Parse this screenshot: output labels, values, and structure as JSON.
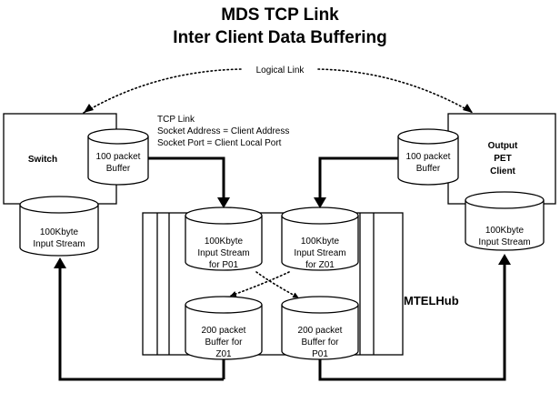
{
  "title": {
    "line1": "MDS TCP Link",
    "line2": "Inter Client Data Buffering"
  },
  "logical_link": "Logical Link",
  "tcp_note": {
    "line1": "TCP Link",
    "line2": "Socket Address = Client Address",
    "line3": "Socket Port = Client Local Port"
  },
  "switch": {
    "label": "Switch",
    "buffer": [
      "100 packet",
      "Buffer"
    ],
    "stream": [
      "100Kbyte",
      "Input Stream"
    ]
  },
  "output_client": {
    "label": [
      "Output",
      "PET",
      "Client"
    ],
    "buffer": [
      "100 packet",
      "Buffer"
    ],
    "stream": [
      "100Kbyte",
      "Input Stream"
    ]
  },
  "hub": {
    "label": "MTELHub",
    "stream_p01": [
      "100Kbyte",
      "Input Stream",
      "for P01"
    ],
    "stream_z01": [
      "100Kbyte",
      "Input Stream",
      "for Z01"
    ],
    "buffer_z01": [
      "200 packet",
      "Buffer for",
      "Z01"
    ],
    "buffer_p01": [
      "200 packet",
      "Buffer for",
      "P01"
    ]
  }
}
